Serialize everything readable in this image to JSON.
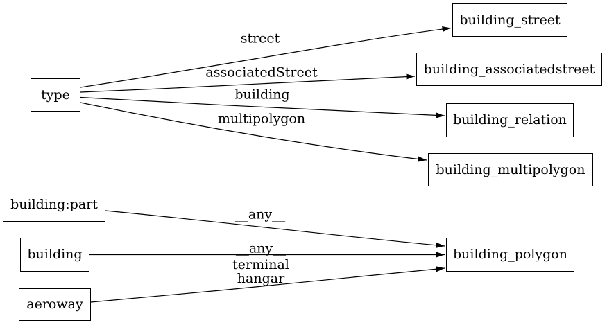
{
  "graph": {
    "background_color": "#ffffff",
    "stroke_color": "#000000",
    "text_color": "#000000",
    "nodes": [
      {
        "id": "type",
        "label": "type"
      },
      {
        "id": "building_street",
        "label": "building_street"
      },
      {
        "id": "building_associatedstreet",
        "label": "building_associatedstreet"
      },
      {
        "id": "building_relation",
        "label": "building_relation"
      },
      {
        "id": "building_multipolygon",
        "label": "building_multipolygon"
      },
      {
        "id": "building:part",
        "label": "building:part"
      },
      {
        "id": "building",
        "label": "building"
      },
      {
        "id": "aeroway",
        "label": "aeroway"
      },
      {
        "id": "building_polygon",
        "label": "building_polygon"
      }
    ],
    "edges": [
      {
        "from": "type",
        "to": "building_street",
        "label": "street"
      },
      {
        "from": "type",
        "to": "building_associatedstreet",
        "label": "associatedStreet"
      },
      {
        "from": "type",
        "to": "building_relation",
        "label": "building"
      },
      {
        "from": "type",
        "to": "building_multipolygon",
        "label": "multipolygon"
      },
      {
        "from": "building:part",
        "to": "building_polygon",
        "label": "__any__"
      },
      {
        "from": "building",
        "to": "building_polygon",
        "label": "__any__"
      },
      {
        "from": "aeroway",
        "to": "building_polygon",
        "label": "terminal",
        "label2": "hangar"
      }
    ]
  }
}
